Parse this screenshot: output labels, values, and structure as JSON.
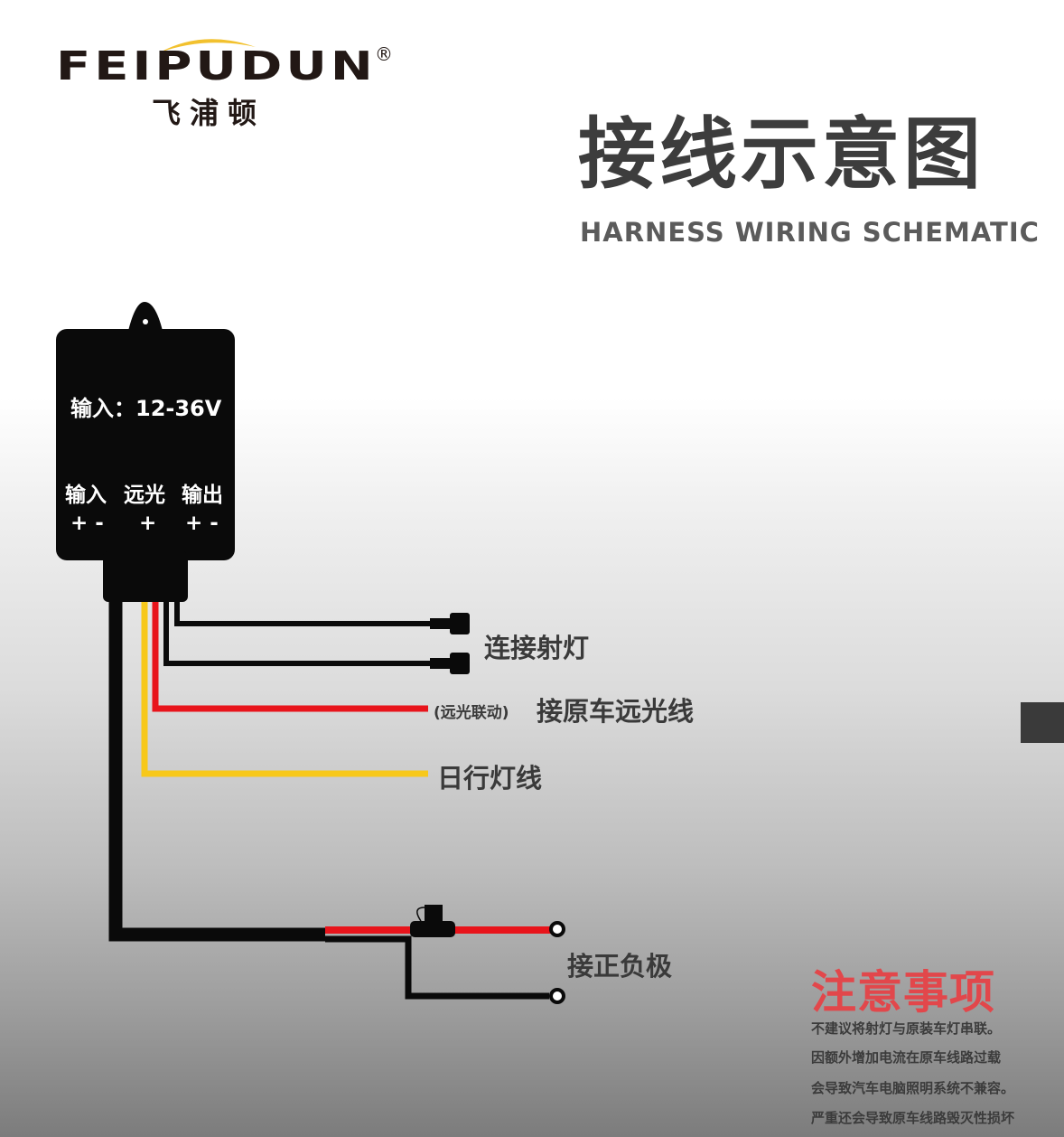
{
  "brand": {
    "name_en": "FEIPUDUN",
    "name_cn": "飞浦顿",
    "registered_mark": "®",
    "swoosh_color": "#f2c12e"
  },
  "header": {
    "title_cn": "接线示意图",
    "title_en": "HARNESS WIRING SCHEMATIC"
  },
  "device": {
    "input_spec": "输入：12-36V",
    "ports": [
      {
        "label": "输入",
        "polarity": "+ -"
      },
      {
        "label": "远光",
        "polarity": "+"
      },
      {
        "label": "输出",
        "polarity": "+ -"
      }
    ]
  },
  "wires": [
    {
      "name": "spotlight",
      "color": "#111111",
      "label": "连接射灯",
      "terminal": "bullet-connector-pair"
    },
    {
      "name": "high-beam",
      "color": "#e8141b",
      "label_note": "(远光联动)",
      "label": "接原车远光线",
      "terminal": "open"
    },
    {
      "name": "daytime-running-light",
      "color": "#f7c81a",
      "label": "日行灯线",
      "terminal": "open"
    },
    {
      "name": "battery",
      "color_positive": "#e8141b",
      "color_negative": "#111111",
      "label": "接正负极",
      "terminal": "ring-terminal-pair",
      "inline": "fuse-holder"
    }
  ],
  "notice": {
    "title": "注意事项",
    "title_color": "#e2474b",
    "lines": [
      "不建议将射灯与原装车灯串联。",
      "因额外增加电流在原车线路过载",
      "会导致汽车电脑照明系统不兼容。",
      "严重还会导致原车线路毁灭性损坏"
    ]
  }
}
